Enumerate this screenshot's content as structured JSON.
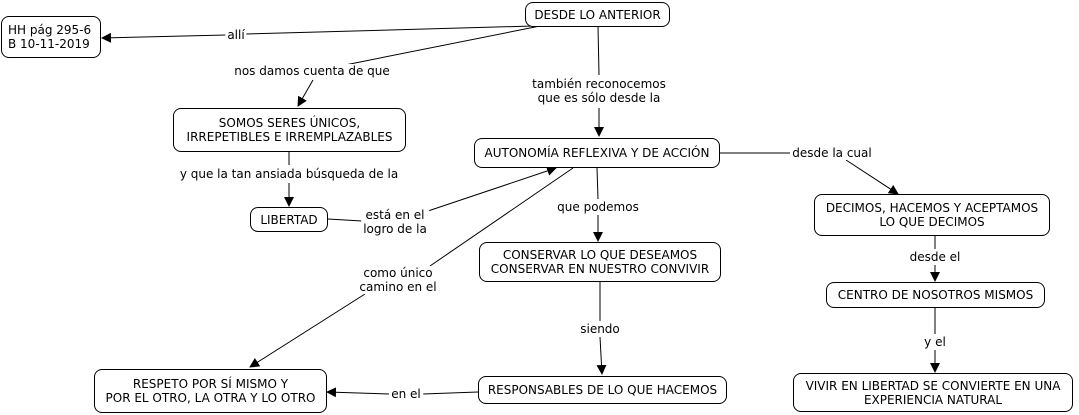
{
  "nodes": {
    "desde": "DESDE LO ANTERIOR",
    "hh": "HH pág 295-6\nB 10-11-2019",
    "somos": "SOMOS SERES ÚNICOS,\nIRREPETIBLES E IRREMPLAZABLES",
    "autonomia": "AUTONOMÍA REFLEXIVA Y DE ACCIÓN",
    "libertad": "LIBERTAD",
    "conservar": "CONSERVAR  LO QUE DESEAMOS\nCONSERVAR EN NUESTRO CONVIVIR",
    "decimos": "DECIMOS, HACEMOS Y ACEPTAMOS\nLO QUE DECIMOS",
    "centro": "CENTRO DE NOSOTROS MISMOS",
    "respeto": "RESPETO POR SÍ MISMO Y\nPOR EL OTRO, LA OTRA Y LO OTRO",
    "responsables": "RESPONSABLES DE LO QUE HACEMOS",
    "vivir": "VIVIR EN LIBERTAD SE CONVIERTE EN UNA\nEXPERIENCIA NATURAL"
  },
  "links": {
    "alli": "allí",
    "nos_damos": "nos damos cuenta de que",
    "tambien": "también reconocemos\nque es sólo desde la",
    "y_que": "y que la tan ansiada búsqueda de la",
    "esta_en": "está en el\nlogro de la",
    "desde_la_cual": "desde la cual",
    "que_podemos": "que podemos",
    "como_unico": "como único\ncamino en el",
    "desde_el": "desde el",
    "siendo": "siendo",
    "y_el": "y el",
    "en_el": "en el"
  }
}
